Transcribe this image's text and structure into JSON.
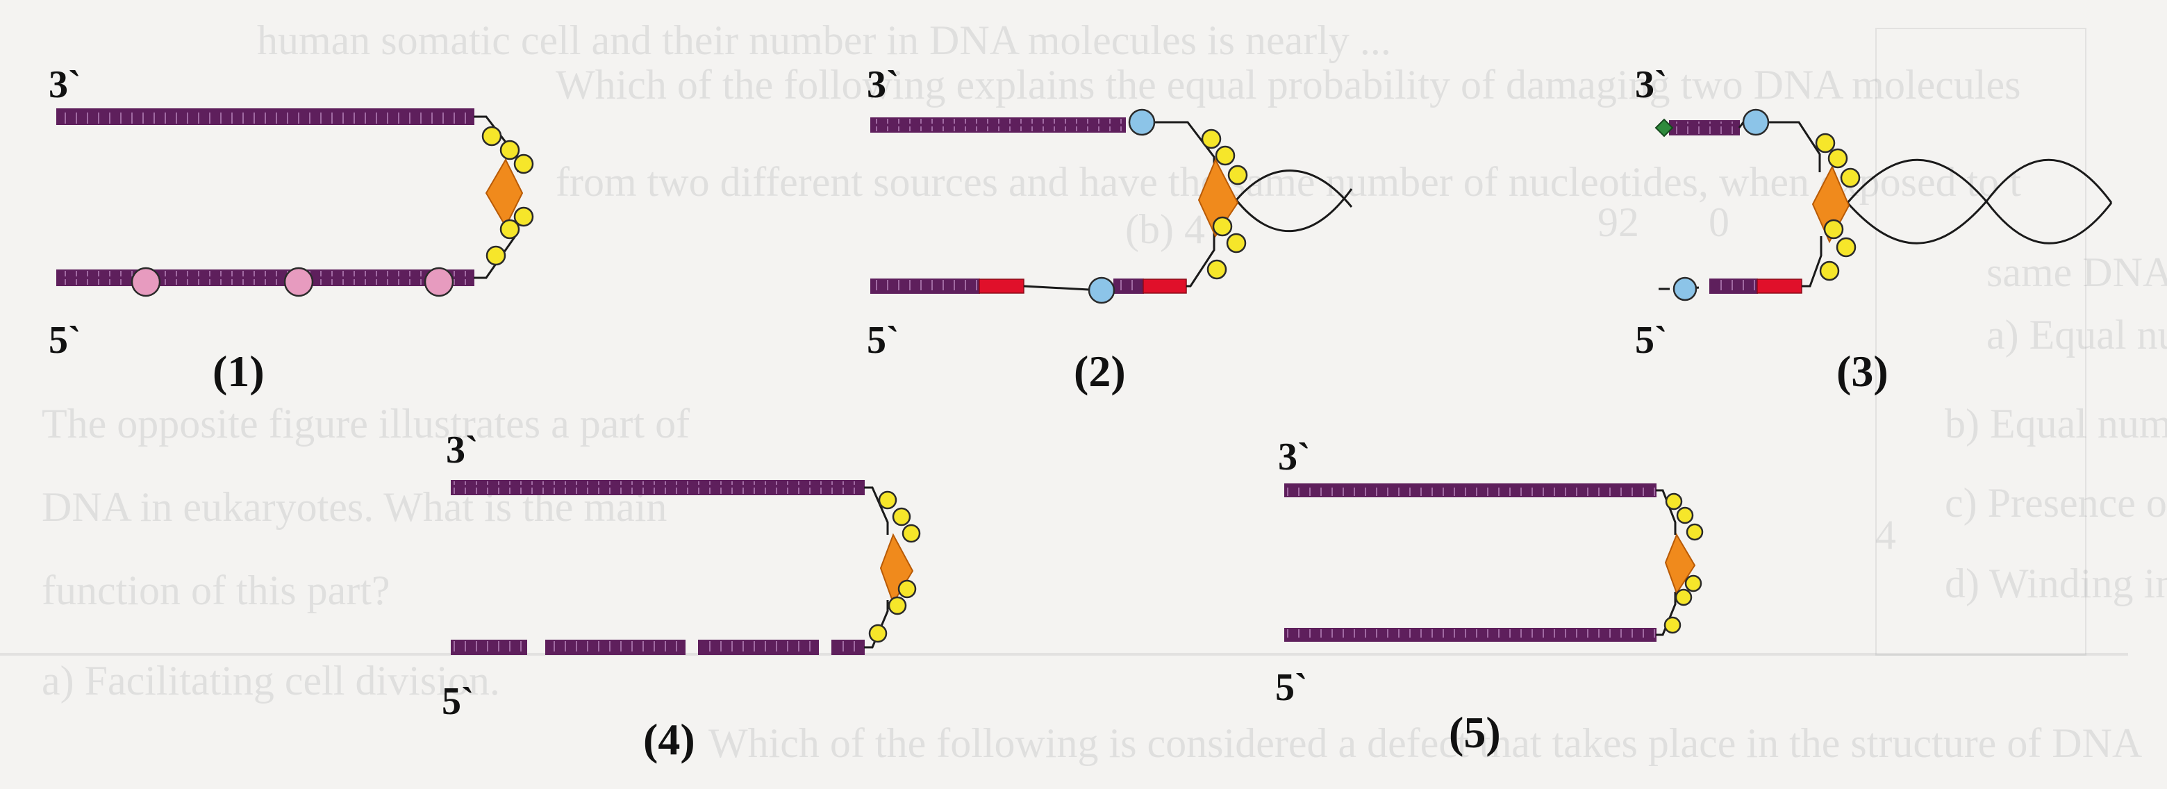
{
  "panels": [
    {
      "id": "p1",
      "label": "(1)",
      "top_end": "3`",
      "bottom_end": "5`"
    },
    {
      "id": "p2",
      "label": "(2)",
      "top_end": "3`",
      "bottom_end": "5`"
    },
    {
      "id": "p3",
      "label": "(3)",
      "top_end": "3`",
      "bottom_end": "5`"
    },
    {
      "id": "p4",
      "label": "(4)",
      "top_end": "3`",
      "bottom_end": "5`"
    },
    {
      "id": "p5",
      "label": "(5)",
      "top_end": "3`",
      "bottom_end": "5`"
    }
  ],
  "background_text": [
    "human somatic cell and their number in DNA molecules is nearly ...",
    "Which of the following explains the equal probability of damaging two DNA molecules",
    "from two different sources and have the same number of nucleotides, when exposed to t",
    "same DNA-damaging factors?",
    "a) Equal numbers of pentose sugar molecules.",
    "b) Equal numbers of purine bases.",
    "c) Presence of the hydroxyl groups.",
    "d) Winding in a double-stranded helix.",
    "The opposite figure illustrates a part of",
    "DNA in eukaryotes. What is the main",
    "function of this part?",
    "a) Facilitating cell division.",
    "Which of the following is considered a defect that takes place in the structure of DNA",
    "92",
    "0",
    "(b) 4",
    "4"
  ],
  "colors": {
    "strand": "#5e1f5c",
    "strand_tick": "#a06aa2",
    "primer": "#e0102a",
    "orange": "#f08a1c",
    "yellow": "#f6e62a",
    "pink": "#e79bbf",
    "blue": "#8cc4e8",
    "green": "#2f8a3c"
  }
}
